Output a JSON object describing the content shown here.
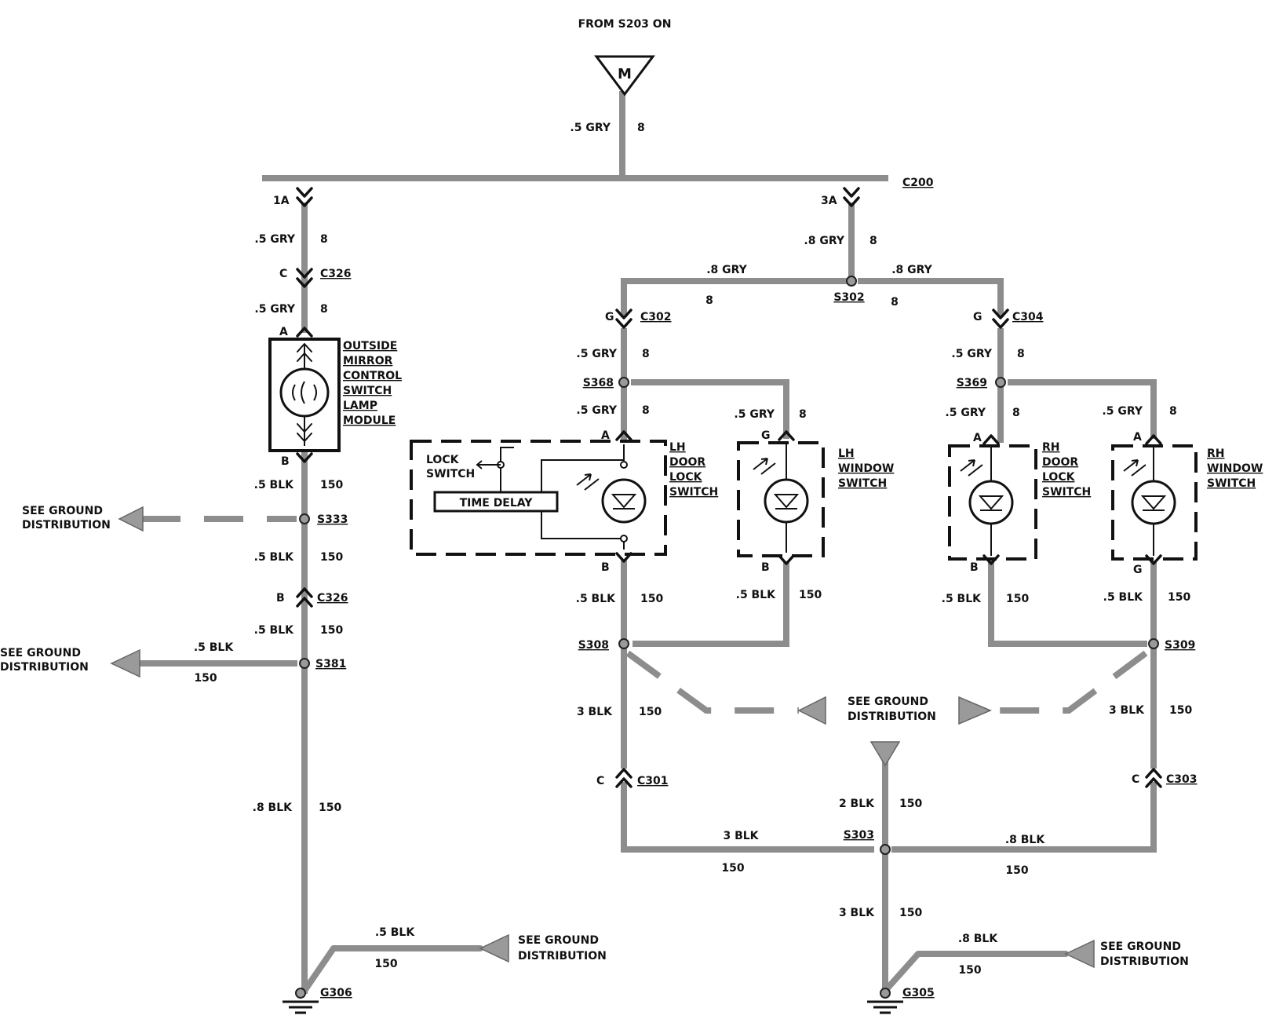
{
  "title": "FROM S203 ON",
  "source_symbol": "M",
  "connectors": {
    "c200": "C200",
    "c326": "C326",
    "c302": "C302",
    "c304": "C304",
    "c301": "C301",
    "c303": "C303"
  },
  "splices": {
    "s302": "S302",
    "s368": "S368",
    "s369": "S369",
    "s333": "S333",
    "s381": "S381",
    "s308": "S308",
    "s309": "S309",
    "s303": "S303"
  },
  "grounds": {
    "g306": "G306",
    "g305": "G305"
  },
  "pins": {
    "p_1a": "1A",
    "p_3a": "3A",
    "p_c": "C",
    "p_a": "A",
    "p_b": "B",
    "p_g": "G"
  },
  "wires": {
    "gry_05": ".5 GRY",
    "gry_08": ".8 GRY",
    "blk_05": ".5 BLK",
    "blk_08": ".8 BLK",
    "blk_2": "2 BLK",
    "blk_3": "3 BLK",
    "ckt_8": "8",
    "ckt_150": "150"
  },
  "components": {
    "mirror": [
      "OUTSIDE",
      "MIRROR",
      "CONTROL",
      "SWITCH",
      "LAMP",
      "MODULE"
    ],
    "lh_lock": [
      "LH",
      "DOOR",
      "LOCK",
      "SWITCH"
    ],
    "lh_window": [
      "LH",
      "WINDOW",
      "SWITCH"
    ],
    "rh_lock": [
      "RH",
      "DOOR",
      "LOCK",
      "SWITCH"
    ],
    "rh_window": [
      "RH",
      "WINDOW",
      "SWITCH"
    ],
    "lock_switch": [
      "LOCK",
      "SWITCH"
    ],
    "time_delay": "TIME DELAY"
  },
  "ground_ref": [
    "SEE GROUND",
    "DISTRIBUTION"
  ]
}
